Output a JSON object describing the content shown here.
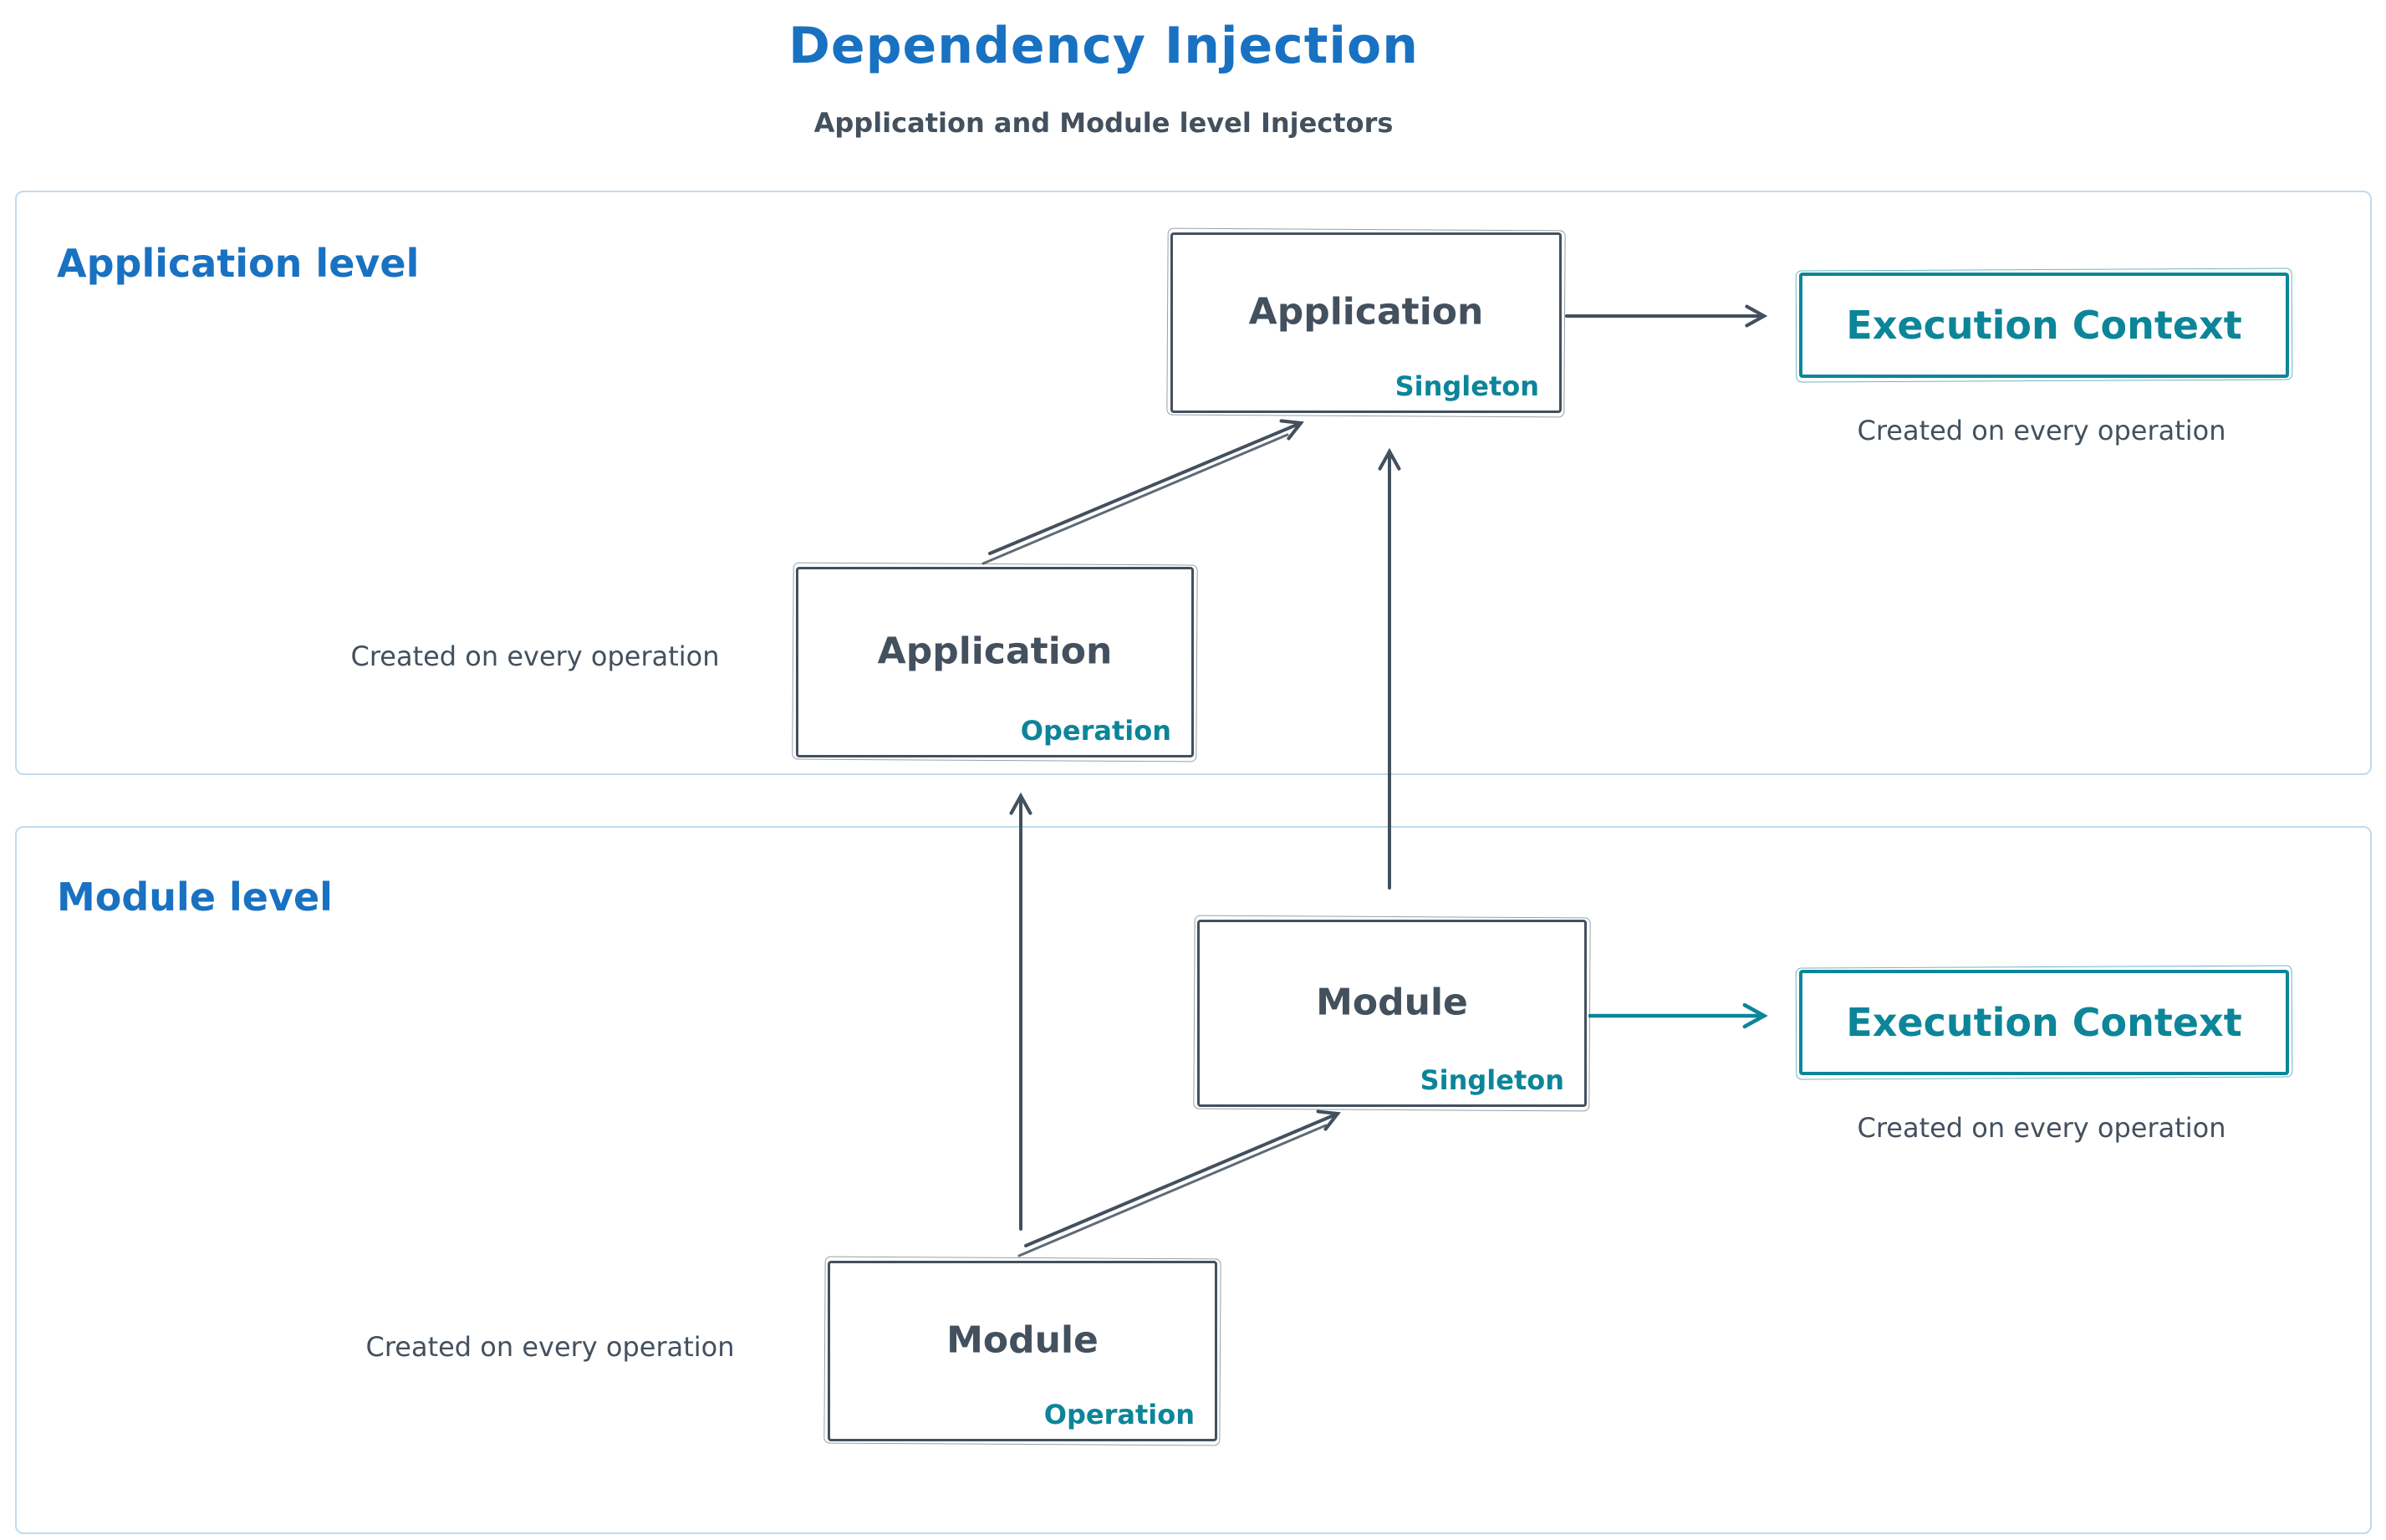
{
  "title": "Dependency Injection",
  "subtitle": "Application and Module level Injectors",
  "colors": {
    "blue": "#1971c2",
    "dark": "#43505e",
    "teal": "#0c8599",
    "container_border": "#bedcf0"
  },
  "application_level": {
    "label": "Application level",
    "singleton_box": {
      "title": "Application",
      "tag": "Singleton"
    },
    "operation_box": {
      "title": "Application",
      "tag": "Operation"
    },
    "operation_caption": "Created on every operation",
    "execution_context": {
      "label": "Execution Context",
      "caption": "Created on every operation"
    }
  },
  "module_level": {
    "label": "Module level",
    "singleton_box": {
      "title": "Module",
      "tag": "Singleton"
    },
    "operation_box": {
      "title": "Module",
      "tag": "Operation"
    },
    "operation_caption": "Created on every operation",
    "execution_context": {
      "label": "Execution Context",
      "caption": "Created on every operation"
    }
  }
}
